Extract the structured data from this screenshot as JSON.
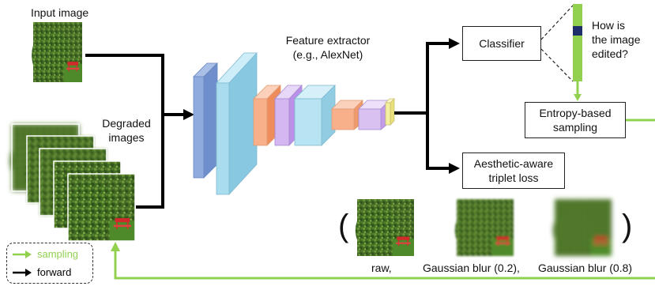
{
  "labels": {
    "input_image": "Input image",
    "degraded_images_line1": "Degraded",
    "degraded_images_line2": "images",
    "feature_extractor_line1": "Feature extractor",
    "feature_extractor_line2": "(e.g., AlexNet)",
    "question_line1": "How is",
    "question_line2": "the image",
    "question_line3": "edited?"
  },
  "boxes": {
    "classifier": "Classifier",
    "entropy_line1": "Entropy-based",
    "entropy_line2": "sampling",
    "triplet_line1": "Aesthetic-aware",
    "triplet_line2": "triplet loss"
  },
  "triplet": {
    "open_paren": "(",
    "close_paren": ")",
    "captions": [
      "raw,",
      "Gaussian blur (0.2),",
      "Gaussian blur (0.8)"
    ]
  },
  "legend": {
    "sampling": "sampling",
    "forward": "forward"
  },
  "colors": {
    "sampling_green": "#92d050",
    "forward_black": "#000000",
    "layer_blue": "#8faadc",
    "layer_cyan": "#a9dcee",
    "layer_orange": "#f8b08a",
    "layer_purple": "#d4b6f0",
    "layer_yellow": "#f5f0a0",
    "output_bar_navy": "#1f2d6b"
  },
  "icons": [
    "photo-thumbnail",
    "arrow-head"
  ]
}
